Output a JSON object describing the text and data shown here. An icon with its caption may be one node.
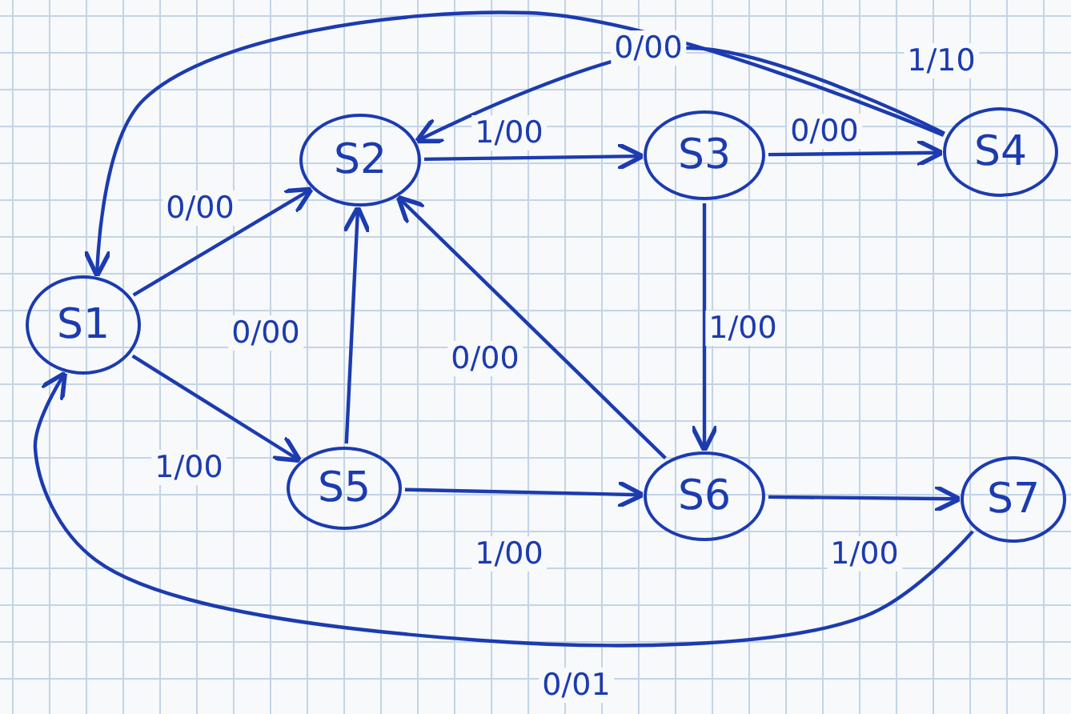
{
  "diagram": {
    "nodes": [
      {
        "text": [
          "S1"
        ]
      },
      {
        "text": [
          "S2"
        ]
      },
      {
        "text": [
          "S3"
        ]
      },
      {
        "text": [
          "S4"
        ]
      },
      {
        "text": [
          "S5"
        ]
      },
      {
        "text": [
          "S6"
        ]
      },
      {
        "text": [
          "S7"
        ]
      }
    ],
    "edges": [
      {
        "from": 0,
        "to": 1,
        "arrow": "to",
        "label": "0/00"
      },
      {
        "from": 1,
        "to": 2,
        "arrow": "to",
        "label": "1/00"
      },
      {
        "from": 2,
        "to": 3,
        "arrow": "to",
        "label": "0/00"
      },
      {
        "from": 3,
        "to": 1,
        "arrow": "to",
        "label": "0/00"
      },
      {
        "from": 3,
        "to": 0,
        "arrow": "to",
        "label": "1/10"
      },
      {
        "from": 2,
        "to": 5,
        "arrow": "to",
        "label": "1/00"
      },
      {
        "from": 0,
        "to": 4,
        "arrow": "to",
        "label": "1/00"
      },
      {
        "from": 4,
        "to": 1,
        "arrow": "to",
        "label": "0/00"
      },
      {
        "from": 5,
        "to": 1,
        "arrow": "to",
        "label": "0/00"
      },
      {
        "from": 4,
        "to": 5,
        "arrow": "to",
        "label": "1/00"
      },
      {
        "from": 5,
        "to": 6,
        "arrow": "to",
        "label": "1/00"
      },
      {
        "from": 6,
        "to": 0,
        "arrow": "to",
        "label": "0/01"
      }
    ]
  }
}
